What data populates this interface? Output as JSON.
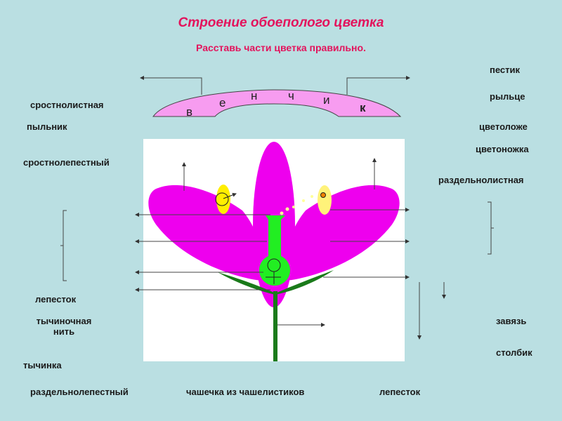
{
  "title": "Строение обоеполого цветка",
  "subtitle": "Расставь части цветка правильно.",
  "arch_letters": [
    "в",
    "е",
    "н",
    "ч",
    "и",
    "к"
  ],
  "labels": {
    "pestik": "пестик",
    "rylce": "рыльце",
    "srostnolistnaya": "сростнолистная",
    "pylnik": "пыльник",
    "tsvetolozhe": "цветоложе",
    "tsvetonozhka": "цветоножка",
    "srostnolepestny": "сростнолепестный",
    "razdelnolistnaya": "раздельнолистная",
    "lepestok_1": "лепесток",
    "tychinochnaya_nit_1": "тычиночная",
    "tychinochnaya_nit_2": "нить",
    "zavyaz": "завязь",
    "stolbik": "столбик",
    "tychinka": "тычинка",
    "razdelnolepestny": "раздельнолепестный",
    "chashechka": "чашечка из чашелистиков",
    "lepestok_2": "лепесток"
  }
}
